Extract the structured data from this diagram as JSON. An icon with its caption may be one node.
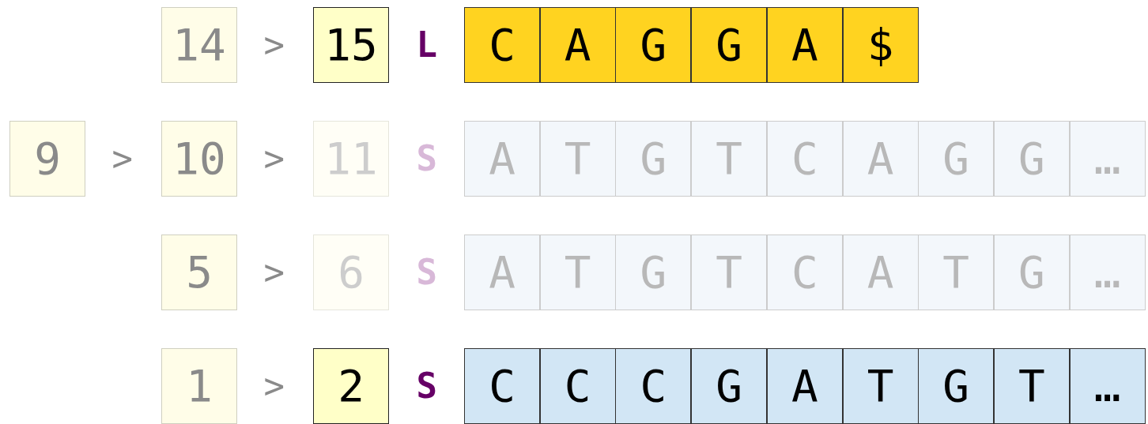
{
  "diagram": {
    "nodes": [
      {
        "text": [
          "14"
        ]
      },
      {
        "text": [
          "15"
        ]
      },
      {
        "text": [
          "C"
        ]
      },
      {
        "text": [
          "A"
        ]
      },
      {
        "text": [
          "G"
        ]
      },
      {
        "text": [
          "G"
        ]
      },
      {
        "text": [
          "A"
        ]
      },
      {
        "text": [
          "$"
        ]
      },
      {
        "text": [
          "9"
        ]
      },
      {
        "text": [
          "10"
        ]
      },
      {
        "text": [
          "11"
        ]
      },
      {
        "text": [
          "A"
        ]
      },
      {
        "text": [
          "T"
        ]
      },
      {
        "text": [
          "G"
        ]
      },
      {
        "text": [
          "T"
        ]
      },
      {
        "text": [
          "C"
        ]
      },
      {
        "text": [
          "A"
        ]
      },
      {
        "text": [
          "G"
        ]
      },
      {
        "text": [
          "G"
        ]
      },
      {
        "text": [
          "…"
        ]
      },
      {
        "text": [
          "5"
        ]
      },
      {
        "text": [
          "6"
        ]
      },
      {
        "text": [
          "A"
        ]
      },
      {
        "text": [
          "T"
        ]
      },
      {
        "text": [
          "G"
        ]
      },
      {
        "text": [
          "T"
        ]
      },
      {
        "text": [
          "C"
        ]
      },
      {
        "text": [
          "A"
        ]
      },
      {
        "text": [
          "T"
        ]
      },
      {
        "text": [
          "G"
        ]
      },
      {
        "text": [
          "…"
        ]
      },
      {
        "text": [
          "1"
        ]
      },
      {
        "text": [
          "2"
        ]
      },
      {
        "text": [
          "C"
        ]
      },
      {
        "text": [
          "C"
        ]
      },
      {
        "text": [
          "C"
        ]
      },
      {
        "text": [
          "G"
        ]
      },
      {
        "text": [
          "A"
        ]
      },
      {
        "text": [
          "T"
        ]
      },
      {
        "text": [
          "G"
        ]
      },
      {
        "text": [
          "T"
        ]
      },
      {
        "text": [
          "…"
        ]
      }
    ],
    "labels": [
      ">",
      "L",
      ">",
      ">",
      "S",
      ">",
      "S",
      ">",
      "S"
    ]
  }
}
